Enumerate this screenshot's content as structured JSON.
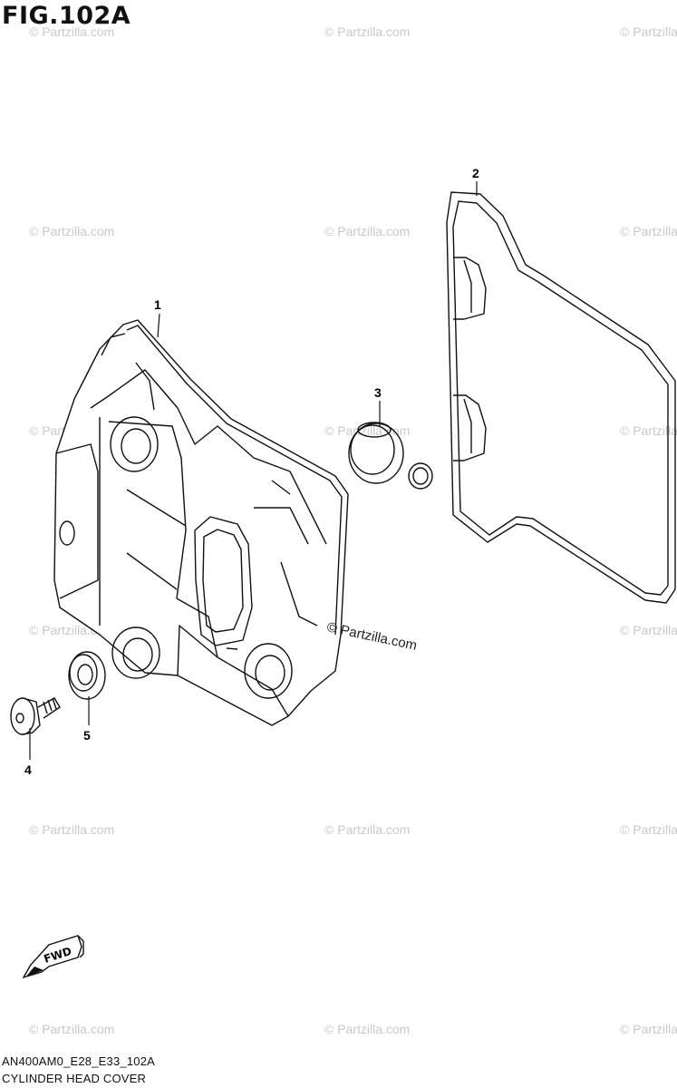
{
  "figure": {
    "title": "FIG.102A",
    "code": "AN400AM0_E28_E33_102A",
    "name": "CYLINDER HEAD COVER"
  },
  "callouts": [
    {
      "id": "1",
      "label": "1"
    },
    {
      "id": "2",
      "label": "2"
    },
    {
      "id": "3",
      "label": "3"
    },
    {
      "id": "4",
      "label": "4"
    },
    {
      "id": "5",
      "label": "5"
    }
  ],
  "direction_indicator": {
    "label": "FWD",
    "icon": "fwd-arrow-icon"
  },
  "brand_watermark": "© Partzilla.com",
  "repeating_watermark": "© Partzilla.com",
  "colors": {
    "line": "#111111",
    "watermark": "#c9c9c9",
    "background": "#ffffff"
  }
}
